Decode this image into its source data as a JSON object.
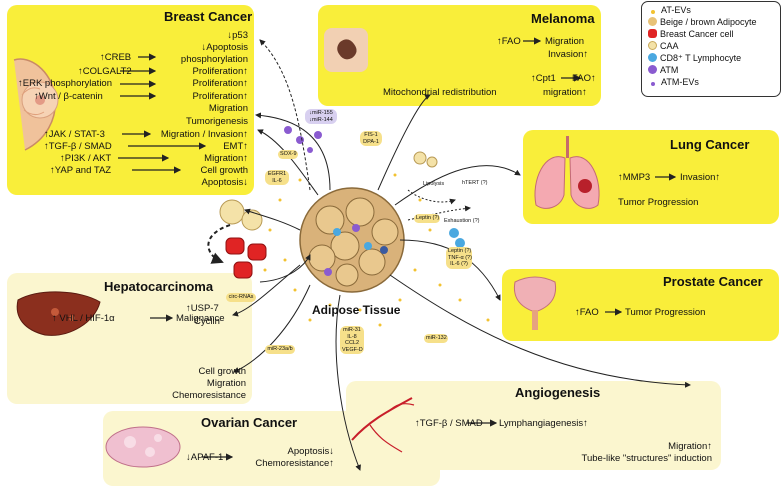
{
  "center": {
    "label": "Adipose Tissue"
  },
  "legend": {
    "items": [
      {
        "label": "AT-EVs",
        "color": "#f2c230"
      },
      {
        "label": "Beige / brown Adipocyte",
        "color": "#e8c277"
      },
      {
        "label": "Breast Cancer cell",
        "color": "#e02424"
      },
      {
        "label": "CAA",
        "color": "#f4e2a8"
      },
      {
        "label": "CD8⁺ T Lymphocyte",
        "color": "#4aa8e0"
      },
      {
        "label": "ATM",
        "color": "#8a5bd0"
      },
      {
        "label": "ATM-EVs",
        "color": "#8a5bd0"
      }
    ]
  },
  "breast": {
    "title": "Breast Cancer",
    "right": [
      "↓p53",
      "↓Apoptosis",
      "phosphorylation",
      "Proliferation↑",
      "Proliferation↑",
      "Proliferation↑",
      "Migration",
      "Tumorigenesis",
      "Migration / Invasion↑",
      "EMT↑",
      "Migration↑",
      "Cell growth",
      "Apoptosis↓"
    ],
    "left": [
      "↑CREB",
      "↑COLGALT2",
      "↑ERK phosphorylation",
      "↑Wnt / β-catenin",
      "↑JAK / STAT-3",
      "↑TGF-β / SMAD",
      "↑PI3K / AKT",
      "↑YAP and TAZ"
    ]
  },
  "melanoma": {
    "title": "Melanoma",
    "lines": [
      "↑FAO",
      "Migration",
      "Invasion↑",
      "↑Cpt1",
      "FAO↑",
      "Mitochondrial redistribution",
      "migration↑"
    ]
  },
  "lung": {
    "title": "Lung Cancer",
    "lines": [
      "↑MMP3",
      "Invasion↑",
      "Tumor Progression"
    ]
  },
  "prostate": {
    "title": "Prostate Cancer",
    "lines": [
      "↑FAO",
      "Tumor Progression"
    ]
  },
  "hepato": {
    "title": "Hepatocarcinoma",
    "lines": [
      "↑USP-7",
      "Cyclin",
      "↑ VHL / HIF-1α",
      "Malignance",
      "Cell growth",
      "Migration",
      "Chemoresistance"
    ]
  },
  "ovarian": {
    "title": "Ovarian Cancer",
    "lines": [
      "↓APAF-1",
      "Apoptosis↓",
      "Chemoresistance↑"
    ]
  },
  "angio": {
    "title": "Angiogenesis",
    "lines": [
      "↑TGF-β / SMAD",
      "Lymphangiagenesis↑",
      "Migration↑",
      "Tube-like \"structures\" induction"
    ]
  },
  "pills": {
    "mir155": "↓miR-155",
    "mir144": "↓miR-144",
    "sox9": "SOX-9",
    "egfr": "EGFR1",
    "il6": "IL-6",
    "fis1": "FIS-1",
    "dpa1": "DPA-1",
    "lipolysis": "Lipolysis",
    "htert": "hTERT (?)",
    "leptin": "Leptin (?)",
    "exhaustion": "Exhaustion (?)",
    "leptin2": "Leptin (?)",
    "tnfa": "TNF-α (?)",
    "il6q": "IL-6 (?)",
    "circ": "circ-RNAs",
    "mir23": "miR-23a/b",
    "mir31": "miR-31",
    "il8": "IL-8",
    "ccl2": "CCL2",
    "vegfd": "VEGF-D",
    "mir132": "miR-132"
  }
}
